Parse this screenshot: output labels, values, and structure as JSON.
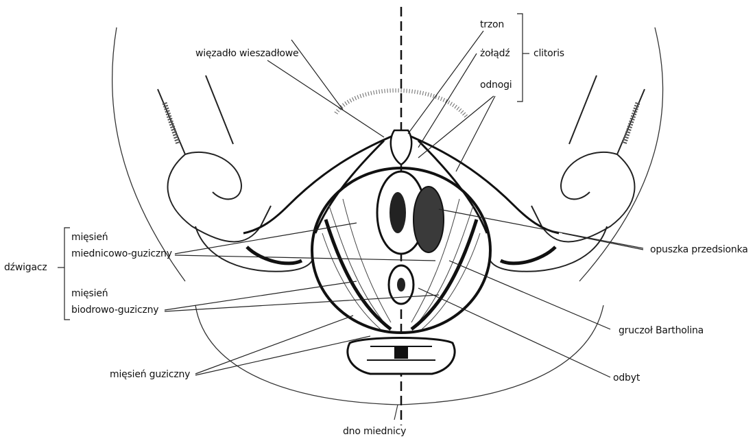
{
  "labels": {
    "ligament": "więzadło wieszadłowe",
    "trzon": "trzon",
    "zoladz": "żołądź",
    "odnogi": "odnogi",
    "clitoris": "clitoris",
    "miesien1": "mięsień",
    "miednicowo": "miednicowo-guziczny",
    "miesien2": "mięsień",
    "biodrowo": "biodrowo-guziczny",
    "dzwigacz": "dźwigacz",
    "opuszka": "opuszka przedsionka",
    "bartholin": "gruczoł Bartholina",
    "guziczny": "mięsień guziczny",
    "odbyt": "odbyt",
    "dno": "dno miednicy"
  },
  "colors": {
    "ink": "#111111",
    "paper": "#ffffff",
    "shade": "#2a2a2a"
  }
}
